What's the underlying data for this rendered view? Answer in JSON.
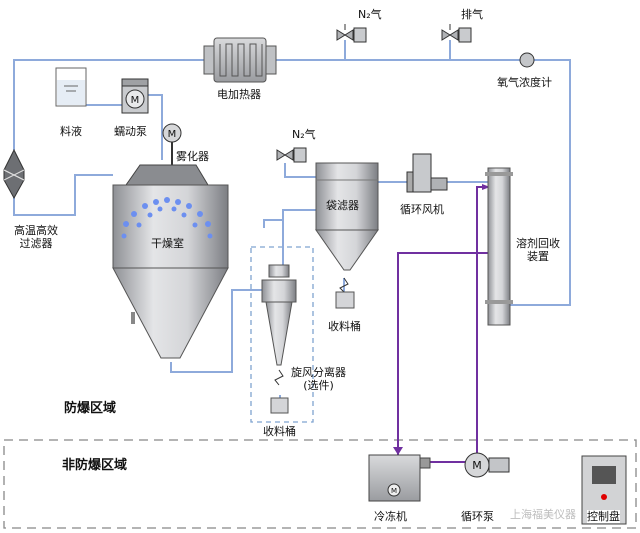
{
  "labels": {
    "n2_top": "N₂气",
    "exhaust": "排气",
    "heater": "电加热器",
    "o2_meter": "氧气浓度计",
    "feed_liquid": "料液",
    "peristaltic_pump": "蠕动泵",
    "atomizer": "雾化器",
    "n2_mid": "N₂气",
    "hepa_filter": "高温高效\n过滤器",
    "drying_chamber": "干燥室",
    "bag_filter": "袋滤器",
    "circ_fan": "循环风机",
    "solvent_recovery": "溶剂回收\n装置",
    "collect_bucket_1": "收料桶",
    "cyclone": "旋风分离器\n(选件)",
    "collect_bucket_2": "收料桶",
    "explosion_zone": "防爆区域",
    "non_explosion_zone": "非防爆区域",
    "chiller": "冷冻机",
    "circ_pump": "循环泵",
    "control_cabinet": "控制盘",
    "watermark": "上海福美仪器"
  },
  "icons": [
    "motor-icon",
    "valve-icon",
    "fan-icon",
    "pump-icon",
    "o2-meter-icon"
  ],
  "colors": {
    "gas_line": "#8eaadb",
    "coolant_line": "#7030a0",
    "zone_border": "#888888",
    "optional_border": "#7fa3d0",
    "equipment_gray": "#a9abae"
  }
}
